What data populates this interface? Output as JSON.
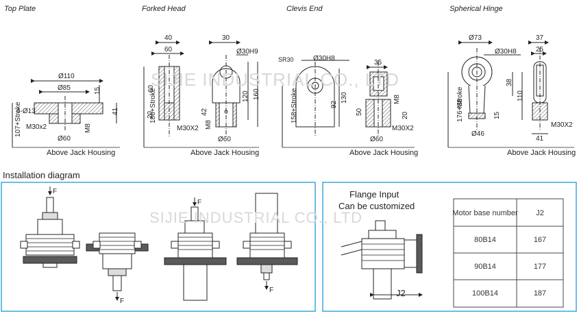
{
  "top_drawings": [
    {
      "title": "Top Plate",
      "caption": "Above Jack Housing",
      "stroke_label": "107+Stroke",
      "dims": [
        "Ø110",
        "Ø85",
        "15",
        "4-Ø13",
        "41",
        "M30x2",
        "Ø60",
        "M8"
      ]
    },
    {
      "title": "Forked Head",
      "caption": "Above Jack Housing",
      "stroke_label": "186+Stroke",
      "dims": [
        "40",
        "60",
        "30",
        "60",
        "Ø30H9",
        "20",
        "42",
        "120",
        "160",
        "M8",
        "M30X2",
        "Ø60"
      ]
    },
    {
      "title": "Clevis End",
      "caption": "Above Jack Housing",
      "stroke_label": "158+Stroke",
      "dims": [
        "SR30",
        "Ø30H8",
        "130",
        "92",
        "50",
        "35",
        "M8",
        "20",
        "M30X2",
        "Ø60"
      ]
    },
    {
      "title": "Spherical Hinge",
      "caption": "Above Jack Housing",
      "stroke_label": "176+Stroke",
      "dims": [
        "Ø73",
        "Ø30H8",
        "38",
        "110",
        "M8",
        "15",
        "Ø46",
        "37",
        "25",
        "41",
        "M30X2"
      ]
    }
  ],
  "watermark": "SIJIE INDUSTRIAL CO., LTD",
  "installation": {
    "title": "Installation diagram",
    "force_label": "F"
  },
  "flange": {
    "title_line1": "Flange Input",
    "title_line2": "Can be customized",
    "dim_label": "J2"
  },
  "motor_table": {
    "headers": [
      "Motor base number",
      "J2"
    ],
    "rows": [
      [
        "80B14",
        "167"
      ],
      [
        "90B14",
        "177"
      ],
      [
        "100B14",
        "187"
      ]
    ]
  },
  "colors": {
    "frame_border": "#3aa8d8",
    "line": "#222222",
    "hatch": "#555555",
    "plate": "#5a5a5a"
  }
}
